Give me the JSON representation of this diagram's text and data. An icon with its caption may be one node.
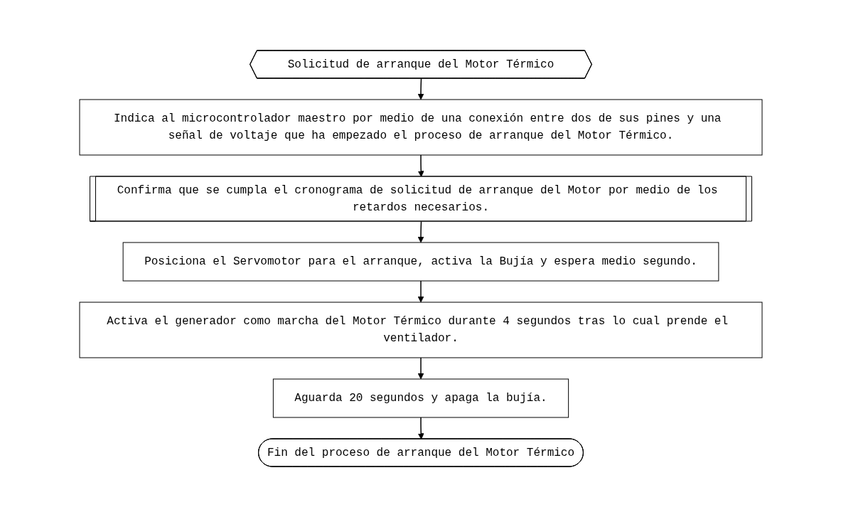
{
  "diagram": {
    "nodes": [
      {
        "text": [
          "Solicitud de arranque del Motor Térmico"
        ]
      },
      {
        "text": [
          "Indica al microcontrolador maestro por medio de una conexión entre dos de sus pines y una señal de voltaje que ha empezado el proceso de arranque del Motor Térmico."
        ]
      },
      {
        "text": [
          "Confirma que se cumpla el cronograma de solicitud de arranque del Motor por medio de los retardos necesarios."
        ]
      },
      {
        "text": [
          "Posiciona el Servomotor para el arranque, activa la Bujía y espera medio segundo."
        ]
      },
      {
        "text": [
          "Activa el generador como marcha del Motor Térmico durante 4 segundos tras lo cual prende el ventilador."
        ]
      },
      {
        "text": [
          "Aguarda 20 segundos y apaga la bujía."
        ]
      },
      {
        "text": [
          "Fin del proceso de arranque del Motor Térmico"
        ]
      }
    ],
    "edges": [
      {
        "from": 0,
        "to": 1,
        "arrow": "to"
      },
      {
        "from": 1,
        "to": 2,
        "arrow": "to"
      },
      {
        "from": 2,
        "to": 3,
        "arrow": "to"
      },
      {
        "from": 3,
        "to": 4,
        "arrow": "to"
      },
      {
        "from": 4,
        "to": 5,
        "arrow": "to"
      },
      {
        "from": 5,
        "to": 6,
        "arrow": "to"
      }
    ]
  }
}
